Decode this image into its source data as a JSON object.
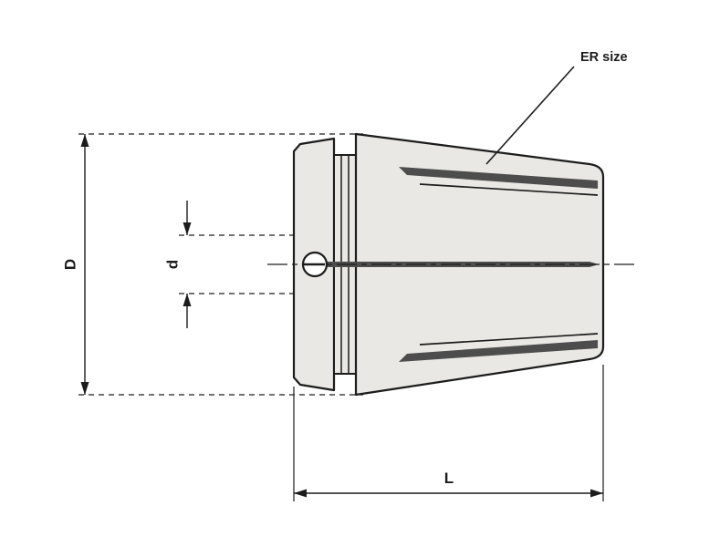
{
  "diagram": {
    "labels": {
      "diameter_major": "D",
      "diameter_bore": "d",
      "length": "L",
      "er_size": "ER size"
    },
    "colors": {
      "line": "#1c1c1c",
      "body_fill": "#e9e8e5",
      "slot_fill": "#4d4d4d",
      "background": "#ffffff"
    }
  }
}
